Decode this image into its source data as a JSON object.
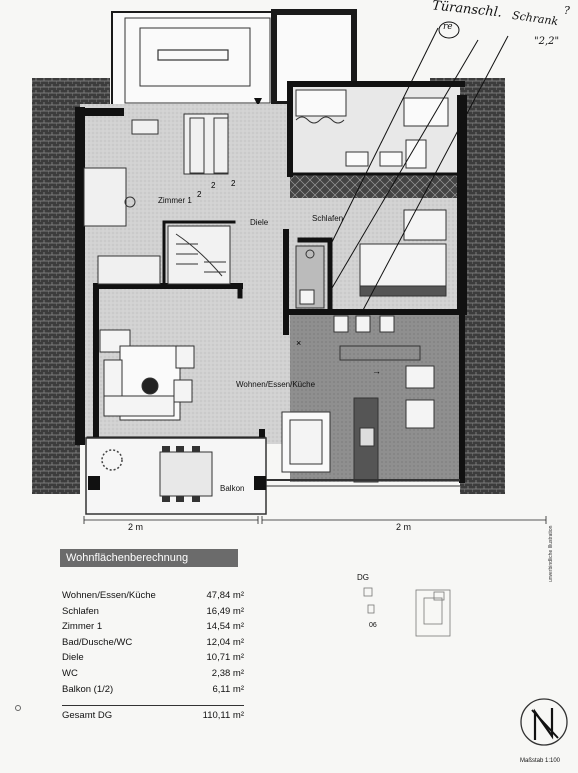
{
  "plan": {
    "rooms": {
      "zimmer": "Zimmer 1",
      "diele": "Diele",
      "schlafen": "Schlafen",
      "wohnen": "Wohnen/Essen/Küche",
      "balkon": "Balkon"
    },
    "dimension_left": "2 m",
    "dimension_right": "2 m",
    "handwriting": [
      "Türanschl.",
      "Schrank",
      "\"2,2\"",
      "?"
    ],
    "handwriting_circle": "re",
    "wall_color": "#1a1a1a",
    "floor_color": "#cfcfcf",
    "roof_color": "#4a4a4a"
  },
  "area_table": {
    "header": "Wohnflächenberechnung",
    "rows": [
      {
        "room": "Wohnen/Essen/Küche",
        "area": "47,84 m²"
      },
      {
        "room": "Schlafen",
        "area": "16,49 m²"
      },
      {
        "room": "Zimmer 1",
        "area": "14,54 m²"
      },
      {
        "room": "Bad/Dusche/WC",
        "area": "12,04 m²"
      },
      {
        "room": "Diele",
        "area": "10,71 m²"
      },
      {
        "room": "WC",
        "area": "2,38 m²"
      },
      {
        "room": "Balkon (1/2)",
        "area": "6,11 m²"
      }
    ],
    "total_label": "Gesamt DG",
    "total_value": "110,11 m²"
  },
  "keyplan": {
    "label": "DG",
    "number": "06"
  },
  "scale": "Maßstab 1:100",
  "side_note": "unverbindliche Illustration"
}
